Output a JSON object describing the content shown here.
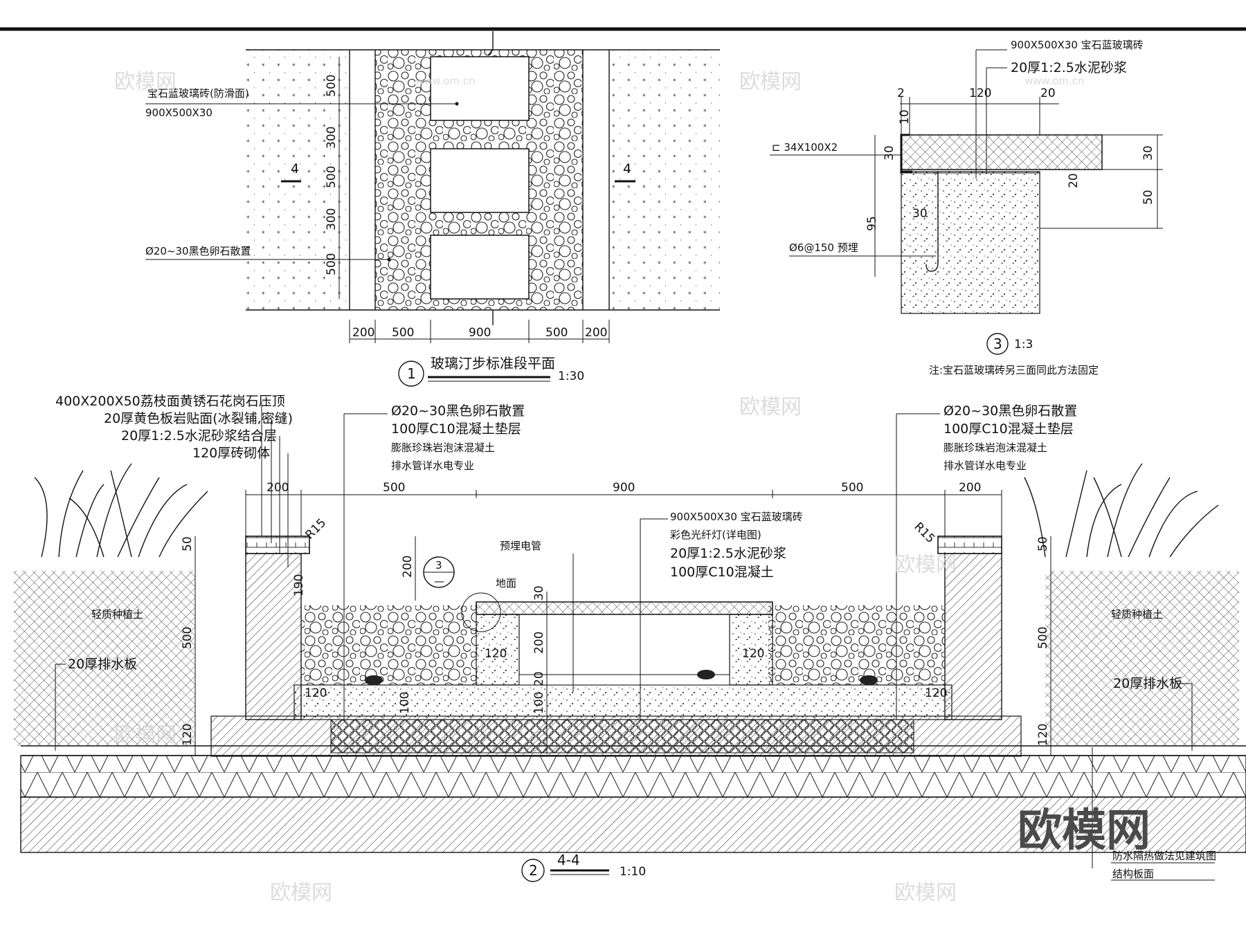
{
  "plan": {
    "title": "玻璃汀步标准段平面",
    "number": "1",
    "scale": "1:30",
    "label_tile_name": "宝石蓝玻璃砖(防滑面)",
    "label_tile_size": "900X500X30",
    "label_pebble": "Ø20~30黑色卵石散置",
    "section_mark": "4",
    "dims_vertical": [
      "500",
      "300",
      "500",
      "300",
      "500"
    ],
    "dims_horizontal": [
      "200",
      "500",
      "900",
      "500",
      "200"
    ]
  },
  "detail3": {
    "number": "3",
    "scale": "1:3",
    "note": "注:宝石蓝玻璃砖另三面同此方法固定",
    "label_tile": "900X500X30 宝石蓝玻璃砖",
    "label_mortar": "20厚1:2.5水泥砂浆",
    "label_angle": "⊏ 34X100X2",
    "label_rebar": "Ø6@150 预埋",
    "dims": [
      "2",
      "120",
      "20",
      "10",
      "30",
      "30",
      "20",
      "50",
      "95",
      "30"
    ]
  },
  "section": {
    "title": "4-4",
    "number": "2",
    "scale": "1:10",
    "left_labels": [
      "400X200X50荔枝面黄锈石花岗石压顶",
      "20厚黄色板岩贴面(冰裂铺,密缝)",
      "20厚1:2.5水泥砂浆结合层",
      "120厚砖砌体"
    ],
    "mid_labels_left": [
      "Ø20~30黑色卵石散置",
      "100厚C10混凝土垫层",
      "膨胀珍珠岩泡沫混凝土",
      "排水管详水电专业"
    ],
    "mid_labels_right": [
      "Ø20~30黑色卵石散置",
      "100厚C10混凝土垫层",
      "膨胀珍珠岩泡沫混凝土",
      "排水管详水电专业"
    ],
    "center_labels": [
      "900X500X30 宝石蓝玻璃砖",
      "彩色光纤灯(详电图)",
      "20厚1:2.5水泥砂浆",
      "100厚C10混凝土"
    ],
    "label_conduit": "预埋电管",
    "label_ground": "地面",
    "label_soil": "轻质种植土",
    "label_drain": "20厚排水板",
    "label_waterproof": "防水隔热做法见建筑图",
    "label_slab": "结构板面",
    "label_radius": "R15",
    "detail_ref_top": "3",
    "detail_ref_bottom": "—",
    "dims_top": [
      "200",
      "500",
      "900",
      "500",
      "200"
    ],
    "dims_misc": [
      "50",
      "190",
      "500",
      "120",
      "200",
      "30",
      "200",
      "20",
      "100",
      "100",
      "120",
      "120",
      "120",
      "120",
      "50",
      "500",
      "120"
    ]
  },
  "watermark": {
    "brand": "欧模网",
    "url": "www.om.cn"
  },
  "colors": {
    "ink": "#111111",
    "watermark": "#d4d4d4"
  }
}
